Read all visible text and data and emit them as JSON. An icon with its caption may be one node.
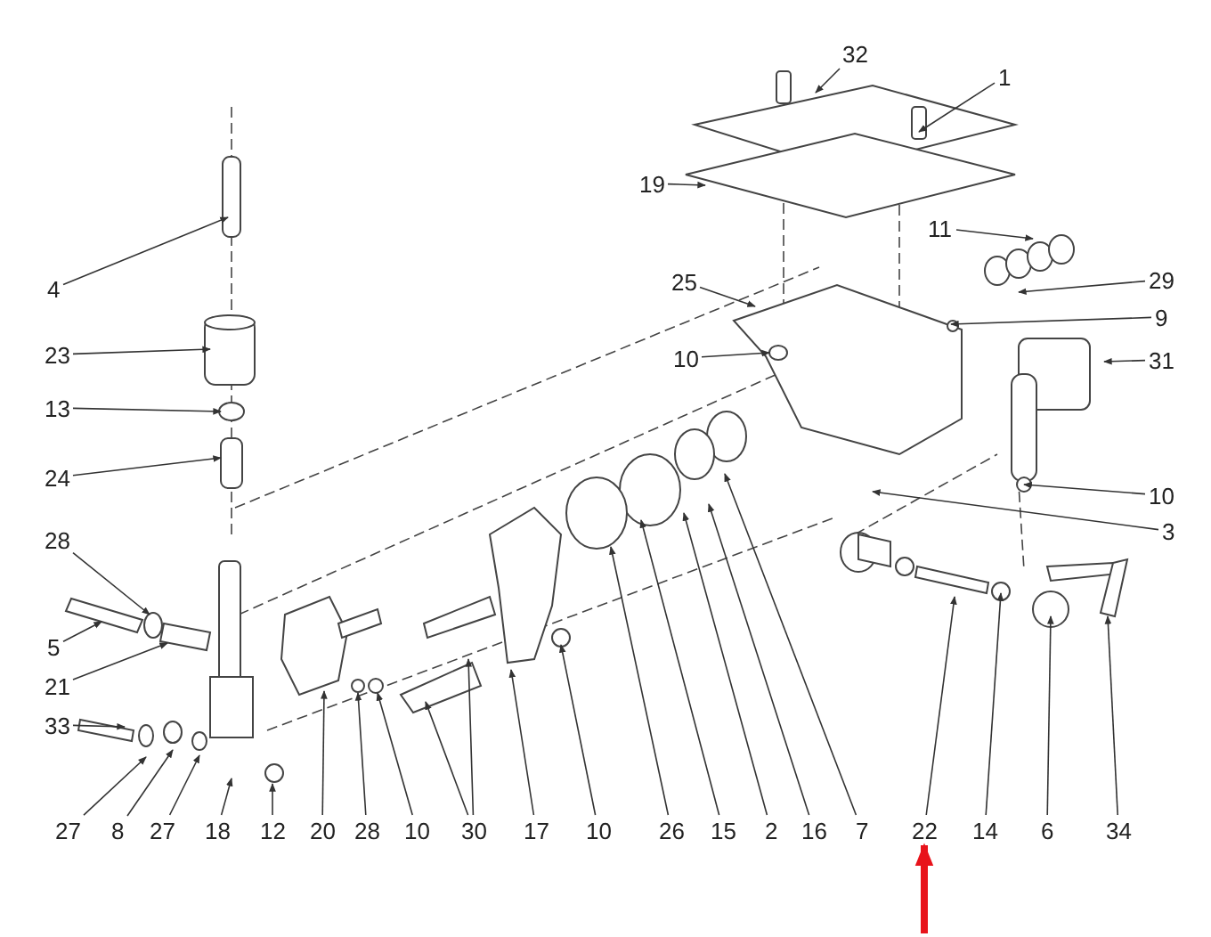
{
  "diagram": {
    "nodes": [
      {
        "text": [
          "32"
        ]
      },
      {
        "text": [
          "1"
        ]
      },
      {
        "text": [
          "19"
        ]
      },
      {
        "text": [
          "4"
        ]
      },
      {
        "text": [
          "11"
        ]
      },
      {
        "text": [
          "25"
        ]
      },
      {
        "text": [
          "29"
        ]
      },
      {
        "text": [
          "9"
        ]
      },
      {
        "text": [
          "23"
        ]
      },
      {
        "text": [
          "10"
        ]
      },
      {
        "text": [
          "31"
        ]
      },
      {
        "text": [
          "13"
        ]
      },
      {
        "text": [
          "24"
        ]
      },
      {
        "text": [
          "10"
        ]
      },
      {
        "text": [
          "3"
        ]
      },
      {
        "text": [
          "28"
        ]
      },
      {
        "text": [
          "5"
        ]
      },
      {
        "text": [
          "21"
        ]
      },
      {
        "text": [
          "33"
        ]
      },
      {
        "text": [
          "27"
        ]
      },
      {
        "text": [
          "8"
        ]
      },
      {
        "text": [
          "27"
        ]
      },
      {
        "text": [
          "18"
        ]
      },
      {
        "text": [
          "12"
        ]
      },
      {
        "text": [
          "20"
        ]
      },
      {
        "text": [
          "28"
        ]
      },
      {
        "text": [
          "10"
        ]
      },
      {
        "text": [
          "30"
        ]
      },
      {
        "text": [
          "17"
        ]
      },
      {
        "text": [
          "10"
        ]
      },
      {
        "text": [
          "26"
        ]
      },
      {
        "text": [
          "15"
        ]
      },
      {
        "text": [
          "2"
        ]
      },
      {
        "text": [
          "16"
        ]
      },
      {
        "text": [
          "7"
        ]
      },
      {
        "text": [
          "22"
        ]
      },
      {
        "text": [
          "14"
        ]
      },
      {
        "text": [
          "6"
        ]
      },
      {
        "text": [
          "34"
        ]
      }
    ],
    "edges": [
      {
        "from": 0,
        "to": null,
        "arrow": "to"
      },
      {
        "from": 1,
        "to": null,
        "arrow": "to"
      },
      {
        "from": 2,
        "to": null,
        "arrow": "to"
      },
      {
        "from": 3,
        "to": null,
        "arrow": "to"
      },
      {
        "from": 4,
        "to": null,
        "arrow": "to"
      },
      {
        "from": 5,
        "to": null,
        "arrow": "to"
      },
      {
        "from": 6,
        "to": null,
        "arrow": "to"
      },
      {
        "from": 7,
        "to": null,
        "arrow": "to"
      },
      {
        "from": 8,
        "to": null,
        "arrow": "to"
      },
      {
        "from": 9,
        "to": null,
        "arrow": "to"
      },
      {
        "from": 10,
        "to": null,
        "arrow": "to"
      },
      {
        "from": 11,
        "to": null,
        "arrow": "to"
      },
      {
        "from": 12,
        "to": null,
        "arrow": "to"
      },
      {
        "from": 13,
        "to": null,
        "arrow": "to"
      },
      {
        "from": 14,
        "to": null,
        "arrow": "to"
      },
      {
        "from": 15,
        "to": null,
        "arrow": "to"
      },
      {
        "from": 16,
        "to": null,
        "arrow": "to"
      },
      {
        "from": 17,
        "to": null,
        "arrow": "to"
      },
      {
        "from": 18,
        "to": null,
        "arrow": "to"
      },
      {
        "from": 19,
        "to": null,
        "arrow": "to"
      },
      {
        "from": 20,
        "to": null,
        "arrow": "to"
      },
      {
        "from": 21,
        "to": null,
        "arrow": "to"
      },
      {
        "from": 22,
        "to": null,
        "arrow": "to"
      },
      {
        "from": 23,
        "to": null,
        "arrow": "to"
      },
      {
        "from": 24,
        "to": null,
        "arrow": "to"
      },
      {
        "from": 25,
        "to": null,
        "arrow": "to"
      },
      {
        "from": 26,
        "to": null,
        "arrow": "to"
      },
      {
        "from": 27,
        "to": null,
        "arrow": "to"
      },
      {
        "from": 28,
        "to": null,
        "arrow": "to"
      },
      {
        "from": 29,
        "to": null,
        "arrow": "to"
      },
      {
        "from": 30,
        "to": null,
        "arrow": "to"
      },
      {
        "from": 31,
        "to": null,
        "arrow": "to"
      },
      {
        "from": 32,
        "to": null,
        "arrow": "to"
      },
      {
        "from": 33,
        "to": null,
        "arrow": "to"
      },
      {
        "from": 34,
        "to": null,
        "arrow": "to"
      },
      {
        "from": 35,
        "to": null,
        "arrow": "to"
      },
      {
        "from": 36,
        "to": null,
        "arrow": "to"
      },
      {
        "from": 37,
        "to": null,
        "arrow": "to"
      },
      {
        "from": 38,
        "to": null,
        "arrow": "to"
      },
      {
        "from": 27,
        "to": null,
        "arrow": "to"
      },
      {
        "from": null,
        "to": 35,
        "arrow": "to",
        "style": "thick",
        "color": "#e8131b"
      }
    ]
  }
}
